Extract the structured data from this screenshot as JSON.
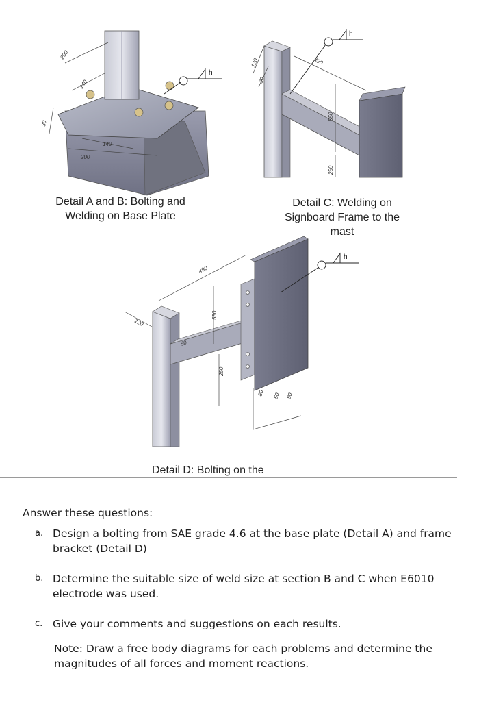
{
  "figure": {
    "detail_ab": {
      "caption_line1": "Detail A and B: Bolting and",
      "caption_line2": "Welding on Base Plate",
      "dims": [
        "200",
        "140",
        "30",
        "140",
        "200"
      ],
      "weld_symbol": "h"
    },
    "detail_c": {
      "caption_line1": "Detail C: Welding on",
      "caption_line2": "Signboard Frame to the",
      "caption_line3": "mast",
      "dims": [
        "120",
        "80",
        "490",
        "550",
        "250"
      ],
      "weld_symbol": "h"
    },
    "detail_d": {
      "caption": "Detail D: Bolting on the",
      "dims": [
        "490",
        "120",
        "550",
        "250",
        "80",
        "50",
        "80",
        "50"
      ],
      "weld_symbol": "h"
    }
  },
  "questions": {
    "heading": "Answer these questions:",
    "items": [
      {
        "letter": "a.",
        "text": "Design a bolting from SAE grade 4.6 at the base plate (Detail A) and frame bracket (Detail D)"
      },
      {
        "letter": "b.",
        "text": "Determine the suitable size of weld size at section B and C when E6010 electrode was used."
      },
      {
        "letter": "c.",
        "text": "Give your comments and suggestions on each results."
      }
    ],
    "note": "Note: Draw a free body diagrams for each problems and determine the magnitudes of all forces and moment reactions."
  }
}
